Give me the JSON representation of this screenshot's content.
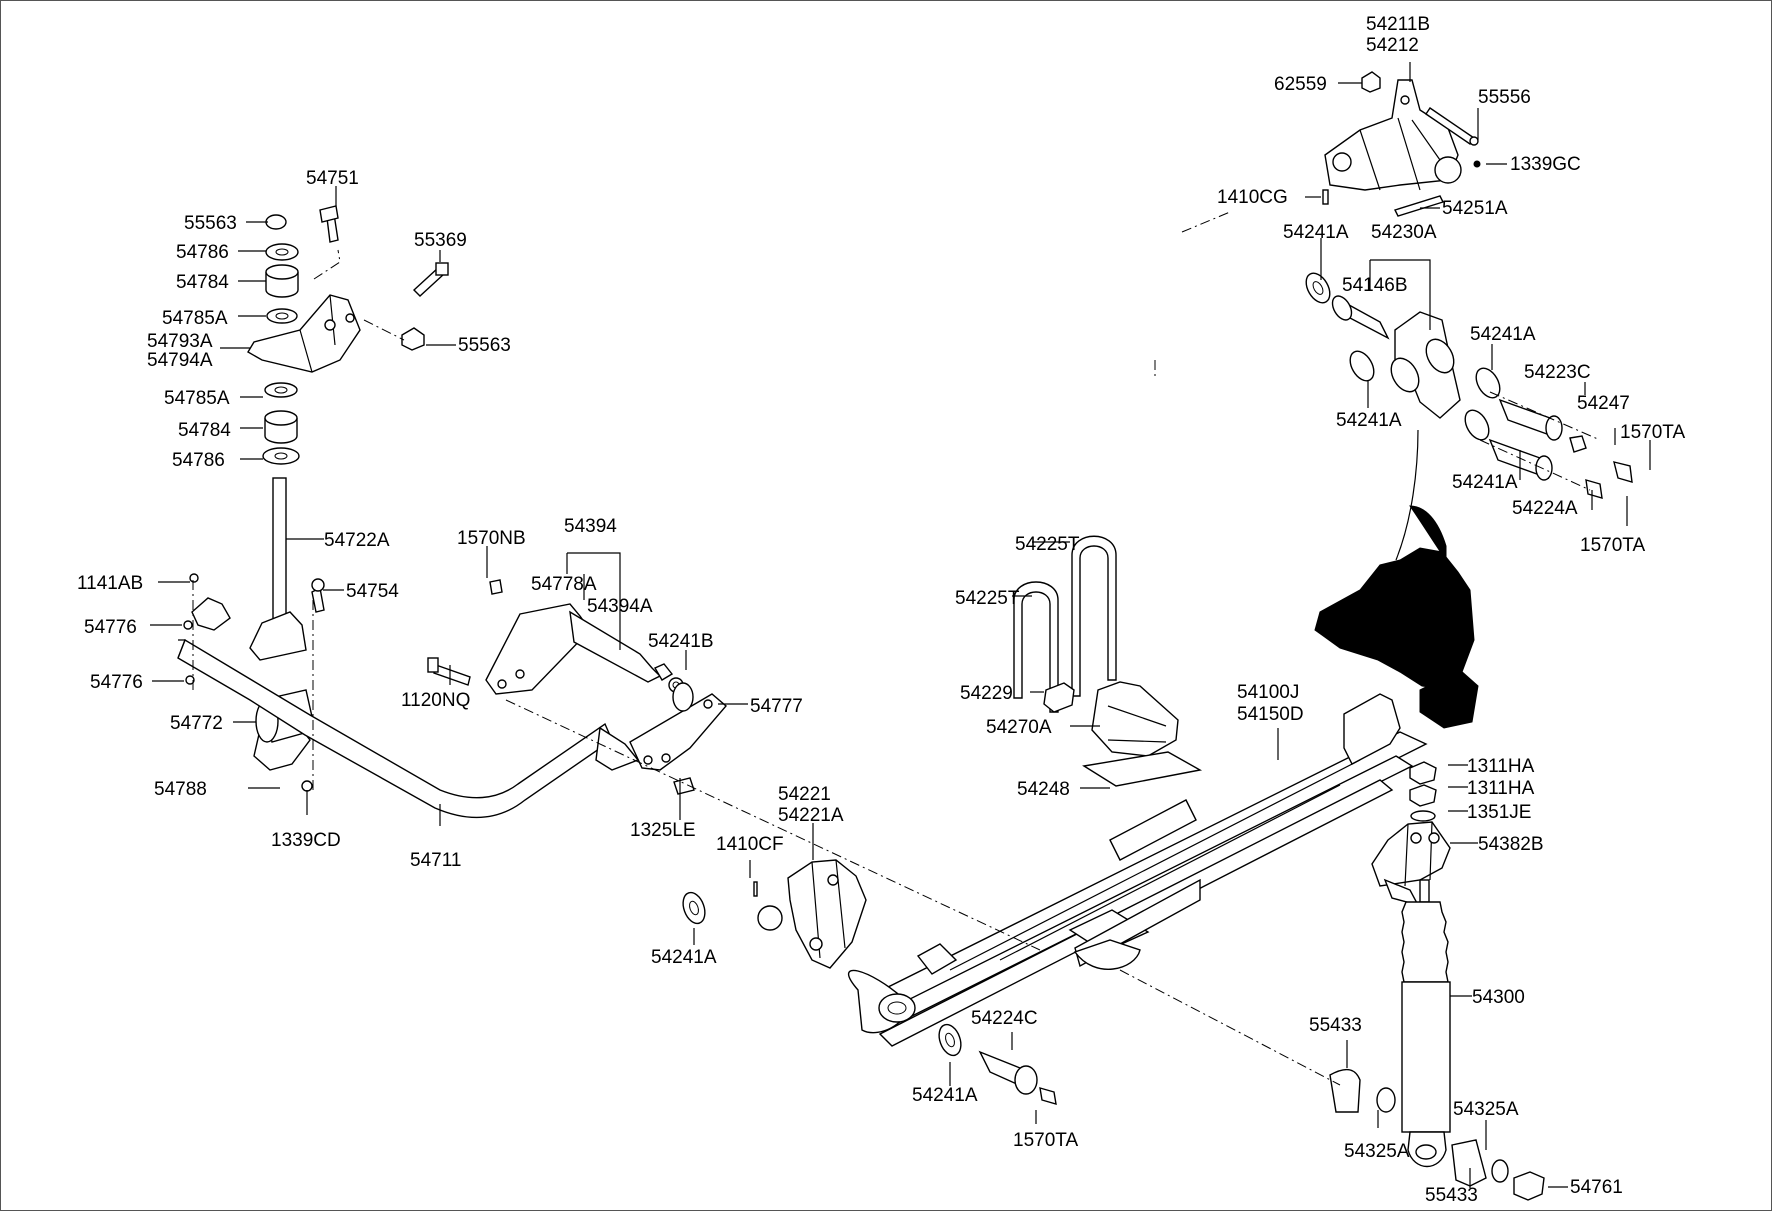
{
  "labels": {
    "p54211B": "54211B",
    "p54212": "54212",
    "p62559": "62559",
    "p55556": "55556",
    "p1339GC": "1339GC",
    "p1410CG": "1410CG",
    "p54251A": "54251A",
    "p54241A_a": "54241A",
    "p54230A": "54230A",
    "p54146B": "54146B",
    "p54241A_b": "54241A",
    "p54223C": "54223C",
    "p54241A_c": "54241A",
    "p54247": "54247",
    "p1570TA_a": "1570TA",
    "p54241A_d": "54241A",
    "p54224A": "54224A",
    "p1570TA_b": "1570TA",
    "p54751": "54751",
    "p55563_a": "55563",
    "p54786_a": "54786",
    "p55369": "55369",
    "p54784_a": "54784",
    "p54785A_a": "54785A",
    "p54793A": "54793A",
    "p54794A": "54794A",
    "p55563_b": "55563",
    "p54785A_b": "54785A",
    "p54784_b": "54784",
    "p54786_b": "54786",
    "p54722A": "54722A",
    "p1141AB": "1141AB",
    "p54754": "54754",
    "p54776_a": "54776",
    "p54776_b": "54776",
    "p54772": "54772",
    "p54788": "54788",
    "p1339CD": "1339CD",
    "p54711": "54711",
    "p1570NB": "1570NB",
    "p54394": "54394",
    "p54778A": "54778A",
    "p54394A": "54394A",
    "p54241B": "54241B",
    "p1120NQ": "1120NQ",
    "p54777": "54777",
    "p1325LE": "1325LE",
    "p54221": "54221",
    "p54221A": "54221A",
    "p1410CF": "1410CF",
    "p54241A_e": "54241A",
    "p54225T_a": "54225T",
    "p54225T_b": "54225T",
    "p54229": "54229",
    "p54270A": "54270A",
    "p54248": "54248",
    "p54100J": "54100J",
    "p54150D": "54150D",
    "p1311HA_a": "1311HA",
    "p1311HA_b": "1311HA",
    "p1351JE": "1351JE",
    "p54382B": "54382B",
    "p54300": "54300",
    "p55433_a": "55433",
    "p54224C": "54224C",
    "p54241A_f": "54241A",
    "p1570TA_c": "1570TA",
    "p54325A_a": "54325A",
    "p54325A_b": "54325A",
    "p55433_b": "55433",
    "p54761": "54761"
  }
}
